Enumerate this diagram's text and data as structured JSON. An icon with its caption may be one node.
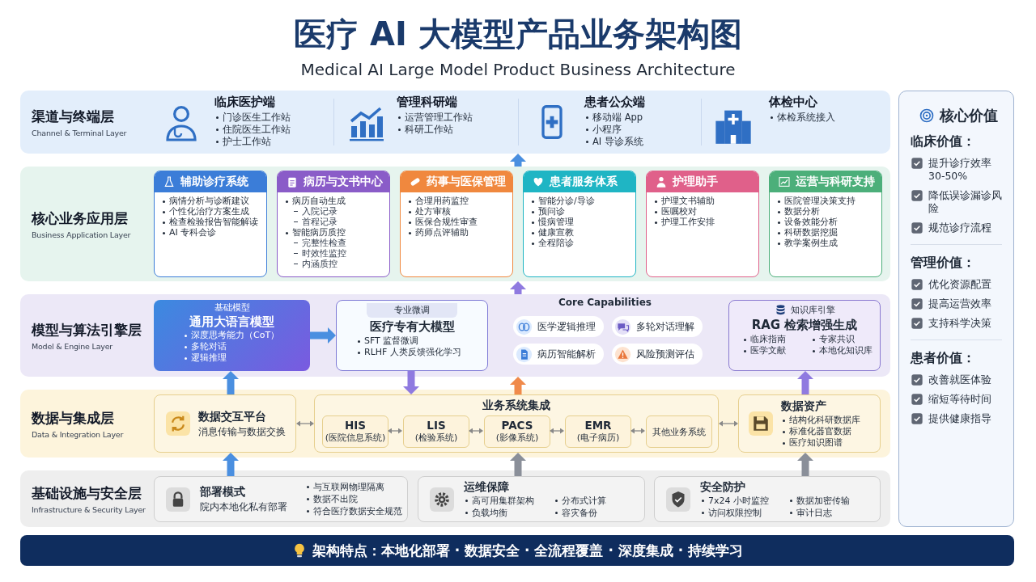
{
  "diagram": {
    "title": "医疗 AI 大模型产品业务架构图",
    "nodes": [
      {
        "text": [
          "渠道与终端层",
          "Channel & Terminal Layer"
        ]
      },
      {
        "text": [
          "临床医护端",
          "门诊医生工作站",
          "住院医生工作站",
          "护士工作站"
        ],
        "in": 0
      },
      {
        "text": [
          "管理科研端",
          "运营管理工作站",
          "科研工作站"
        ],
        "in": 0
      },
      {
        "text": [
          "患者公众端",
          "移动端 App",
          "小程序",
          "AI 导诊系统"
        ],
        "in": 0
      },
      {
        "text": [
          "体检中心",
          "体检系统接入"
        ],
        "in": 0
      },
      {
        "text": [
          "核心业务应用层",
          "Business Application Layer"
        ]
      },
      {
        "text": [
          "辅助诊疗系统",
          "病情分析与诊断建议",
          "个性化治疗方案生成",
          "检查检验报告智能解读",
          "AI 专科会诊"
        ],
        "in": 5
      },
      {
        "text": [
          "病历与文书中心",
          "病历自动生成",
          "入院记录",
          "首程记录",
          "智能病历质控",
          "完整性检查",
          "时效性监控",
          "内涵质控"
        ],
        "in": 5
      },
      {
        "text": [
          "药事与医保管理",
          "合理用药监控",
          "处方审核",
          "医保合规性审查",
          "药师点评辅助"
        ],
        "in": 5
      },
      {
        "text": [
          "患者服务体系",
          "智能分诊/导诊",
          "预问诊",
          "慢病管理",
          "健康宣教",
          "全程陪诊"
        ],
        "in": 5
      },
      {
        "text": [
          "护理助手",
          "护理文书辅助",
          "医嘱校对",
          "护理工作安排"
        ],
        "in": 5
      },
      {
        "text": [
          "运营与科研支持",
          "医院管理决策支持",
          "数据分析",
          "设备效能分析",
          "科研数据挖掘",
          "教学案例生成"
        ],
        "in": 5
      },
      {
        "text": [
          "模型与算法引擎层",
          "Model & Engine Layer"
        ]
      },
      {
        "text": [
          "基础模型",
          "通用大语言模型",
          "深度思考能力（CoT）",
          "多轮对话",
          "逻辑推理"
        ],
        "in": 12
      },
      {
        "text": [
          "专业微调",
          "医疗专有大模型",
          "SFT 监督微调",
          "RLHF 人类反馈强化学习"
        ],
        "in": 12
      },
      {
        "text": [
          "医学逻辑推理"
        ],
        "in": 12
      },
      {
        "text": [
          "多轮对话理解"
        ],
        "in": 12
      },
      {
        "text": [
          "病历智能解析"
        ],
        "in": 12
      },
      {
        "text": [
          "风险预测评估"
        ],
        "in": 12
      },
      {
        "text": [
          "知识库引擎",
          "RAG 检索增强生成",
          "临床指南",
          "专家共识",
          "医学文献",
          "本地化知识库"
        ],
        "in": 12
      },
      {
        "text": [
          "数据与集成层",
          "Data & Integration Layer"
        ]
      },
      {
        "text": [
          "数据交互平台",
          "消息传输与数据交换"
        ],
        "in": 20
      },
      {
        "text": [
          "业务系统集成"
        ],
        "in": 20
      },
      {
        "text": [
          "HIS",
          "(医院信息系统)"
        ],
        "in": 22
      },
      {
        "text": [
          "LIS",
          "(检验系统)"
        ],
        "in": 22
      },
      {
        "text": [
          "PACS",
          "(影像系统)"
        ],
        "in": 22
      },
      {
        "text": [
          "EMR",
          "(电子病历)"
        ],
        "in": 22
      },
      {
        "text": [
          "其他业务系统"
        ],
        "in": 22
      },
      {
        "text": [
          "数据资产",
          "结构化科研数据库",
          "标准化器官数据",
          "医疗知识图谱"
        ],
        "in": 20
      },
      {
        "text": [
          "基础设施与安全层",
          "Infrastructure & Security Layer"
        ]
      },
      {
        "text": [
          "部署模式",
          "院内本地化私有部署",
          "与互联网物理隔离",
          "数据不出院",
          "符合医疗数据安全规范"
        ],
        "in": 29
      },
      {
        "text": [
          "运维保障",
          "高可用集群架构",
          "分布式计算",
          "负载均衡",
          "容灾备份"
        ],
        "in": 29
      },
      {
        "text": [
          "安全防护",
          "7x24 小时监控",
          "数据加密传输",
          "访问权限控制",
          "审计日志"
        ],
        "in": 29
      },
      {
        "text": [
          "核心价值",
          "临床价值：",
          "提升诊疗效率 30-50%",
          "降低误诊漏诊风险",
          "规范诊疗流程",
          "管理价值：",
          "优化资源配置",
          "提高运营效率",
          "支持科学决策",
          "患者价值：",
          "改善就医体验",
          "缩短等待时间",
          "提供健康指导"
        ]
      },
      {
        "text": [
          "架构特点：本地化部署 · 数据安全 · 全流程覆盖 · 深度集成 · 持续学习"
        ]
      }
    ],
    "edges": [
      {
        "from": 21,
        "to": 13,
        "arrow": "to",
        "color": "#4a8fe0"
      },
      {
        "from": 30,
        "to": 21,
        "arrow": "to",
        "color": "#4a8fe0"
      },
      {
        "from": 13,
        "to": 14,
        "arrow": "to",
        "color": "#4a8fe0"
      },
      {
        "from": 14,
        "to": 22,
        "arrow": "to",
        "color": "#8f7ae0"
      },
      {
        "from": 22,
        "to": 12,
        "arrow": "to",
        "color": "#f08a4b"
      },
      {
        "from": 12,
        "to": 5,
        "arrow": "to",
        "color": "#8f7ae0"
      },
      {
        "from": 5,
        "to": 0,
        "arrow": "to",
        "color": "#4a8fe0"
      },
      {
        "from": 28,
        "to": 19,
        "arrow": "to",
        "color": "#8f7ae0"
      },
      {
        "from": 31,
        "to": 22,
        "arrow": "to",
        "color": "#8a8f99"
      },
      {
        "from": 32,
        "to": 28,
        "arrow": "to",
        "color": "#8a8f99"
      },
      {
        "from": 21,
        "to": 22,
        "arrow": "both"
      },
      {
        "from": 23,
        "to": 24,
        "arrow": "both"
      },
      {
        "from": 24,
        "to": 25,
        "arrow": "both"
      },
      {
        "from": 25,
        "to": 26,
        "arrow": "both"
      },
      {
        "from": 26,
        "to": 27,
        "arrow": "both"
      },
      {
        "from": 22,
        "to": 28,
        "arrow": "both"
      }
    ],
    "labels": [
      "Medical AI Large Model Product Business Architecture",
      "Core Capabilities"
    ]
  }
}
